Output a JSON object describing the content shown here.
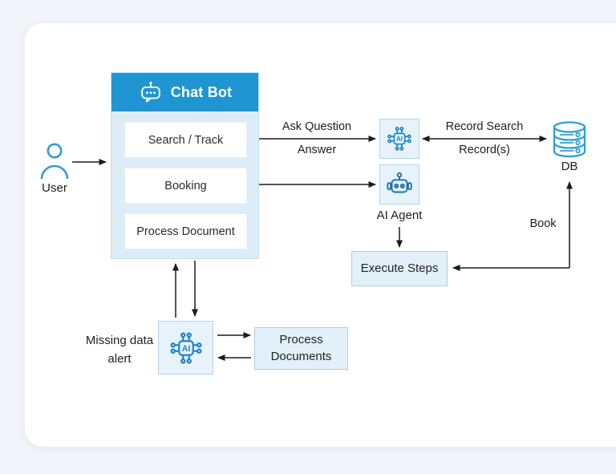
{
  "colors": {
    "header_blue": "#1f96d2",
    "panel_blue": "#dcedf8",
    "tile_fill": "#e7f2fb",
    "tile_border": "#b2d6ec",
    "box_fill": "#e1f0f9",
    "box_border": "#a9cfe6",
    "user_db_icon_blue": "#2d9fd8",
    "chip_icon_blue": "#1e87c8",
    "robot_icon_blue": "#1673ae",
    "arrow_color": "#1b1b1b"
  },
  "chatbot": {
    "title": "Chat Bot",
    "items": [
      "Search / Track",
      "Booking",
      "Process Document"
    ]
  },
  "user": {
    "label": "User"
  },
  "ai_chip": {
    "text": "AI"
  },
  "ai_agent": {
    "label": "AI Agent"
  },
  "db": {
    "label": "DB"
  },
  "boxes": {
    "execute_steps": "Execute Steps",
    "process_documents": "Process Documents"
  },
  "edges": {
    "ask_question": "Ask Question",
    "answer": "Answer",
    "record_search": "Record Search",
    "records": "Record(s)",
    "book": "Book",
    "missing_alert": "Missing data alert"
  }
}
